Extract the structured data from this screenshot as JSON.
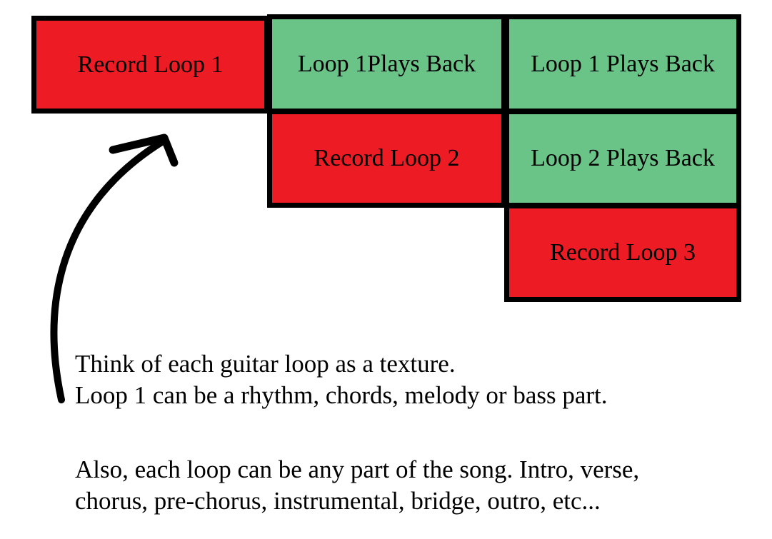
{
  "colors": {
    "record": "#ed1c24",
    "playback": "#6bc487",
    "border": "#000000",
    "background": "#ffffff"
  },
  "cells": {
    "record_loop_1": "Record Loop 1",
    "loop_1_plays_back_a": "Loop 1Plays Back",
    "loop_1_plays_back_b": "Loop 1 Plays Back",
    "record_loop_2": "Record Loop 2",
    "loop_2_plays_back": "Loop 2 Plays Back",
    "record_loop_3": "Record Loop 3"
  },
  "notes": [
    "Think of each guitar loop as a texture.",
    "Loop 1 can be a rhythm, chords, melody or bass part.",
    "Also, each loop can be any part of the song.  Intro, verse,",
    "chorus, pre-chorus, instrumental, bridge, outro, etc..."
  ],
  "icons": {
    "arrow": "curved-arrow-up-icon"
  }
}
